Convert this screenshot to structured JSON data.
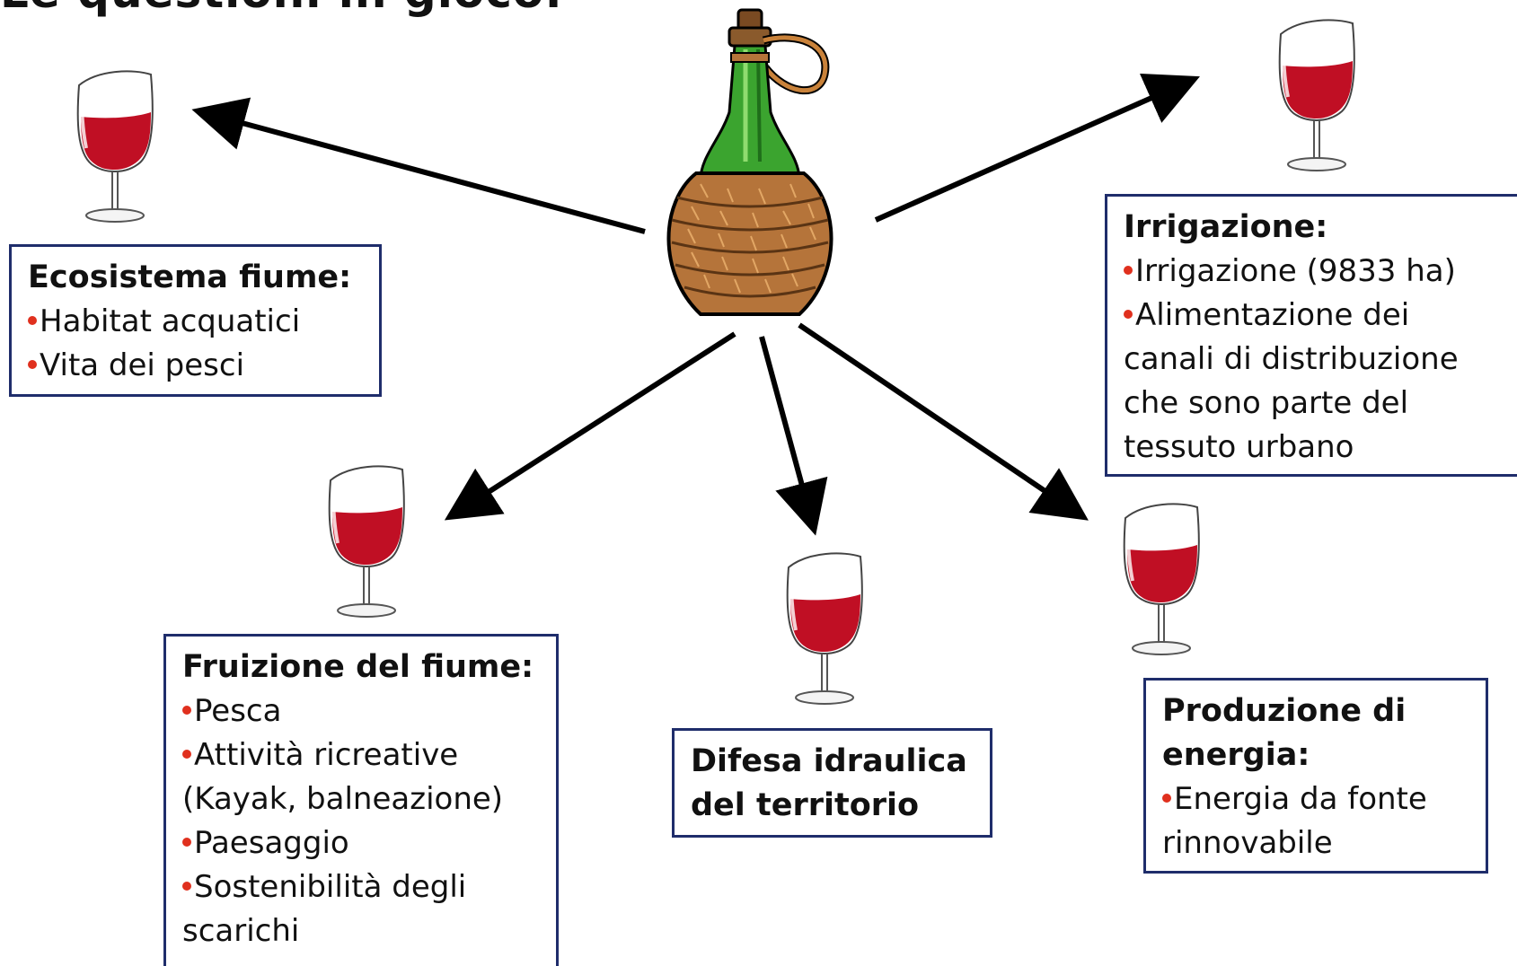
{
  "title": "Le questioni in gioco:",
  "boxes": {
    "ecosistema": {
      "title": "Ecosistema fiume:",
      "items": [
        "Habitat acquatici",
        "Vita dei pesci"
      ]
    },
    "irrigazione": {
      "title": "Irrigazione:",
      "item1": "Irrigazione (9833 ha)",
      "item2_first": "Alimentazione dei",
      "item2_rest": [
        "canali di distribuzione",
        "che sono parte del",
        "tessuto urbano"
      ]
    },
    "fruizione": {
      "title": "Fruizione del fiume:",
      "item1": "Pesca",
      "item2_first": "Attività ricreative",
      "item2_cont": "(Kayak, balneazione)",
      "item3": "Paesaggio",
      "item4_first": "Sostenibilità degli",
      "item4_cont": "scarichi"
    },
    "difesa": {
      "title_line1": "Difesa idraulica",
      "title_line2": "del territorio"
    },
    "energia": {
      "title_line1": "Produzione di",
      "title_line2": "energia:",
      "item1_first": "Energia da fonte",
      "item1_cont": "rinnovabile"
    }
  },
  "colors": {
    "box_border": "#1f2d6b",
    "bullet": "#e0301e",
    "wine": "#c00f24",
    "bottle_glass": "#3ba42f",
    "wicker": "#b5743a"
  },
  "icons": {
    "central": "wine-flask-icon",
    "glass": "wine-glass-icon"
  }
}
